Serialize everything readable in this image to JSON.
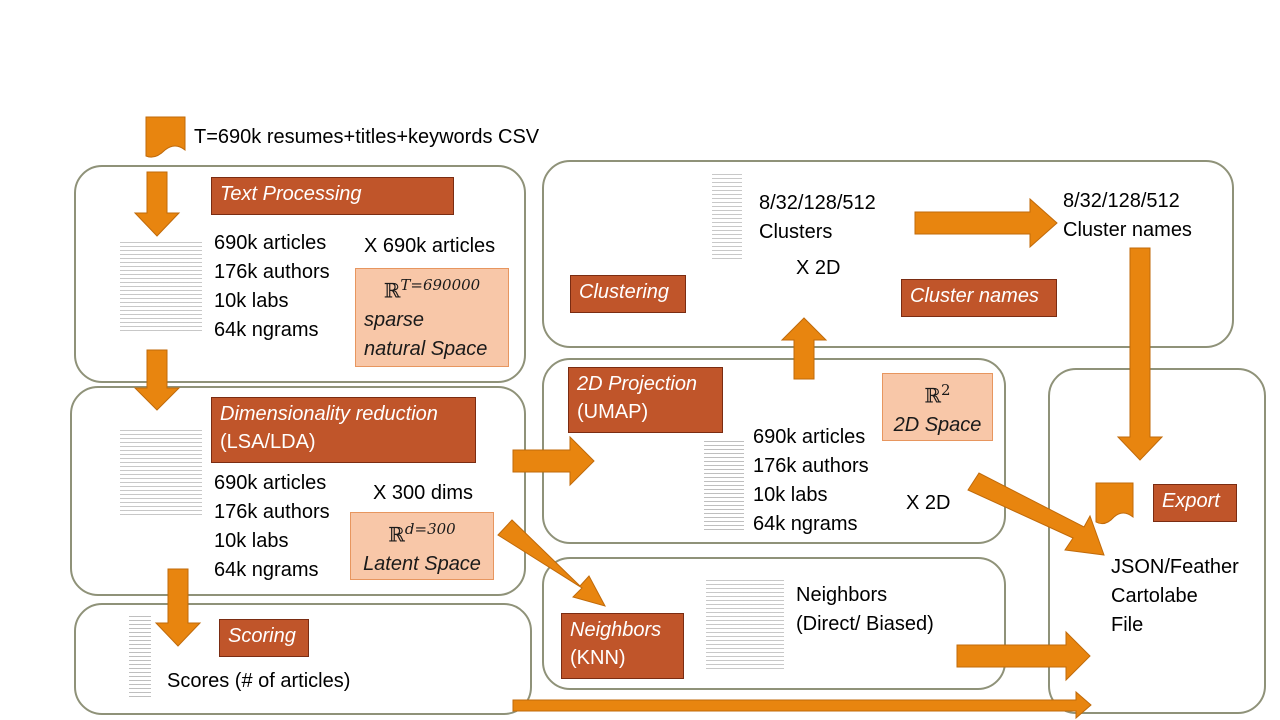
{
  "source_label": "T=690k resumes+titles+keywords CSV",
  "text_processing": {
    "label": "Text Processing",
    "lines": [
      "690k articles",
      "176k authors",
      "10k labs",
      "64k ngrams"
    ],
    "note": "X 690k articles",
    "space_math": "ℝ",
    "space_sup": "T=690000",
    "space_lines": [
      "sparse",
      "natural Space"
    ]
  },
  "dim_reduction": {
    "label": "Dimensionality reduction",
    "sublabel": "(LSA/LDA)",
    "lines": [
      "690k articles",
      "176k authors",
      "10k labs",
      "64k ngrams"
    ],
    "note": "X 300 dims",
    "space_math": "ℝ",
    "space_sup": "d=300",
    "space_line": "Latent Space"
  },
  "scoring": {
    "label": "Scoring",
    "text": "Scores (# of articles)"
  },
  "clustering": {
    "label": "Clustering",
    "lines": [
      "8/32/128/512",
      "Clusters"
    ],
    "note": "X 2D"
  },
  "cluster_names": {
    "label": "Cluster names",
    "lines": [
      "8/32/128/512",
      "Cluster names"
    ]
  },
  "projection": {
    "label": "2D Projection",
    "sublabel": "(UMAP)",
    "lines": [
      "690k articles",
      "176k authors",
      "10k labs",
      "64k ngrams"
    ],
    "note": "X 2D",
    "space_math": "ℝ",
    "space_sup": "2",
    "space_line": "2D Space"
  },
  "neighbors": {
    "label": "Neighbors",
    "sublabel": "(KNN)",
    "lines": [
      "Neighbors",
      "(Direct/ Biased)"
    ]
  },
  "export": {
    "label": "Export",
    "lines": [
      "JSON/Feather",
      "Cartolabe",
      "File"
    ]
  },
  "colors": {
    "arrow": "#e8850f",
    "label_bg": "#c0552a",
    "space_bg": "#f8c7a8",
    "panel_border": "#8f9279"
  },
  "icons": [
    "document-icon",
    "arrow-icon",
    "matrix-thumbnail-icon"
  ]
}
